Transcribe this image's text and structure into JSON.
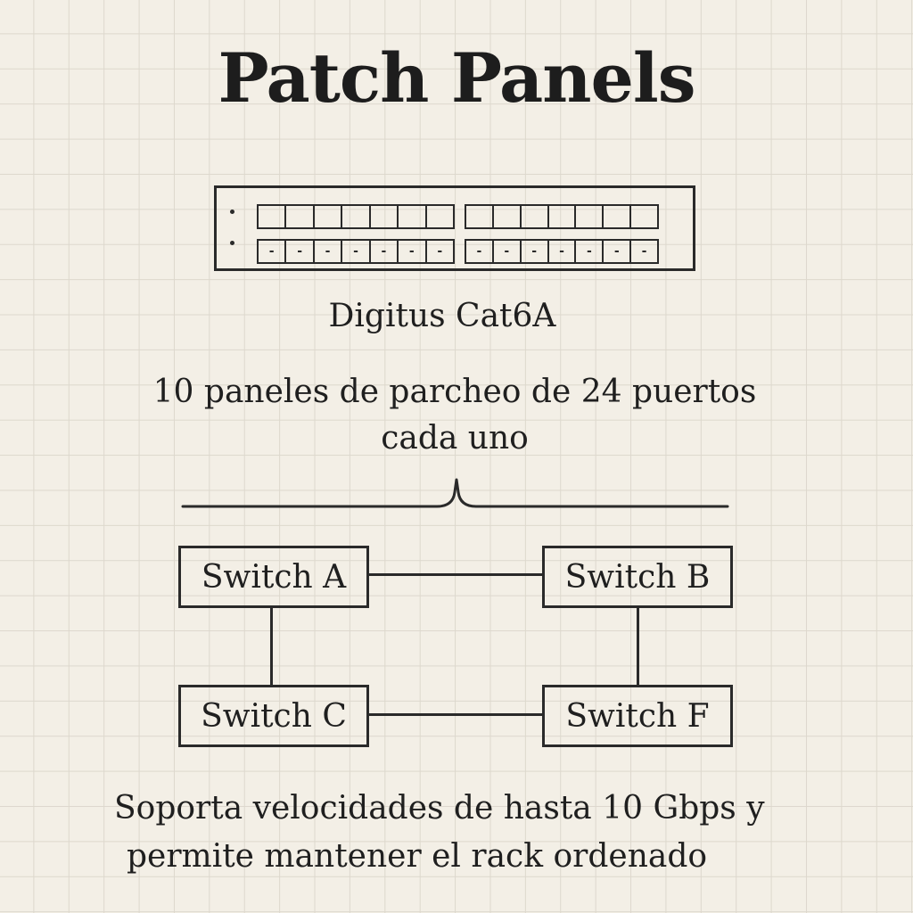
{
  "title": "Patch Panels",
  "panel": {
    "model": "Digitus Cat6A",
    "description_line1": "10 paneles de parcheo de 24 puertos",
    "description_line2": "cada uno",
    "port_marker": "-"
  },
  "switches": {
    "a": "Switch A",
    "b": "Switch B",
    "c": "Switch C",
    "f": "Switch F"
  },
  "footer": {
    "line1": "Soporta velocidades de hasta 10 Gbps y",
    "line2": "permite mantener el rack ordenado"
  },
  "colors": {
    "background": "#f3efe6",
    "grid": "#ddd8cd",
    "ink": "#2a2a2a"
  }
}
